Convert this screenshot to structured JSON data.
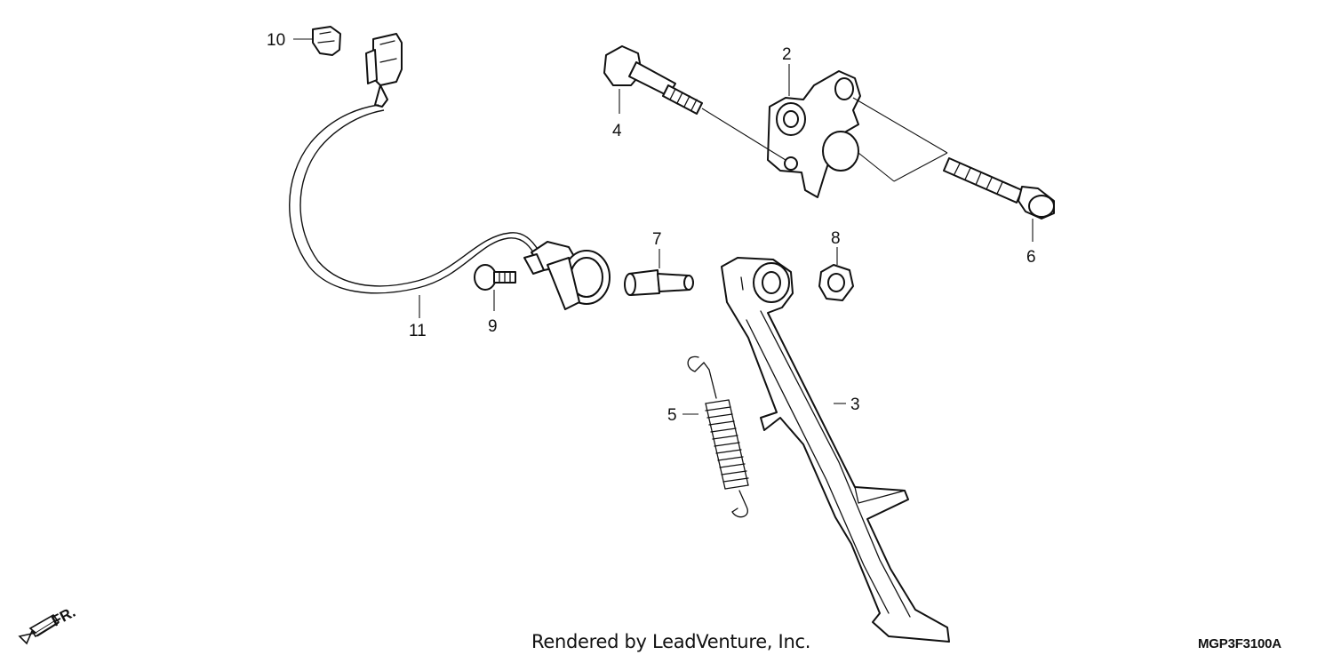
{
  "diagram": {
    "parts": [
      {
        "ref": "2"
      },
      {
        "ref": "3"
      },
      {
        "ref": "4"
      },
      {
        "ref": "5"
      },
      {
        "ref": "6"
      },
      {
        "ref": "7"
      },
      {
        "ref": "8"
      },
      {
        "ref": "9"
      },
      {
        "ref": "10"
      },
      {
        "ref": "11"
      }
    ],
    "direction_indicator": "FR.",
    "credit": "Rendered by LeadVenture, Inc.",
    "drawing_code": "MGP3F3100A"
  }
}
